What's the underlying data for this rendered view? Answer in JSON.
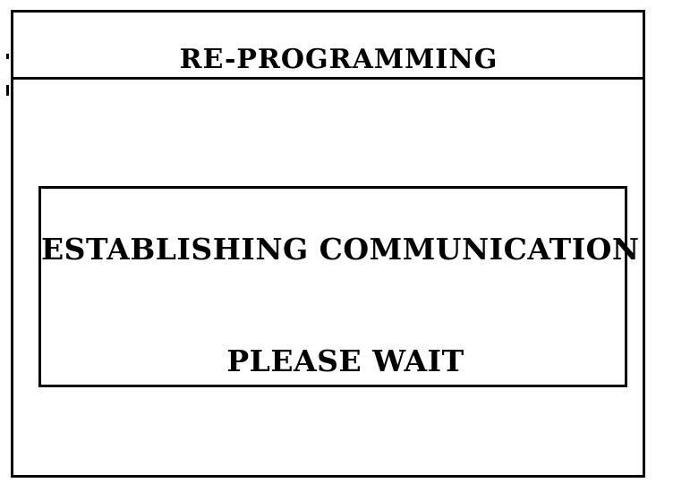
{
  "screen": {
    "title": "RE-PROGRAMMING"
  },
  "dialog": {
    "message": "ESTABLISHING COMMUNICATION",
    "status": "PLEASE WAIT"
  },
  "colors": {
    "background": "#ffffff",
    "foreground": "#000000"
  }
}
